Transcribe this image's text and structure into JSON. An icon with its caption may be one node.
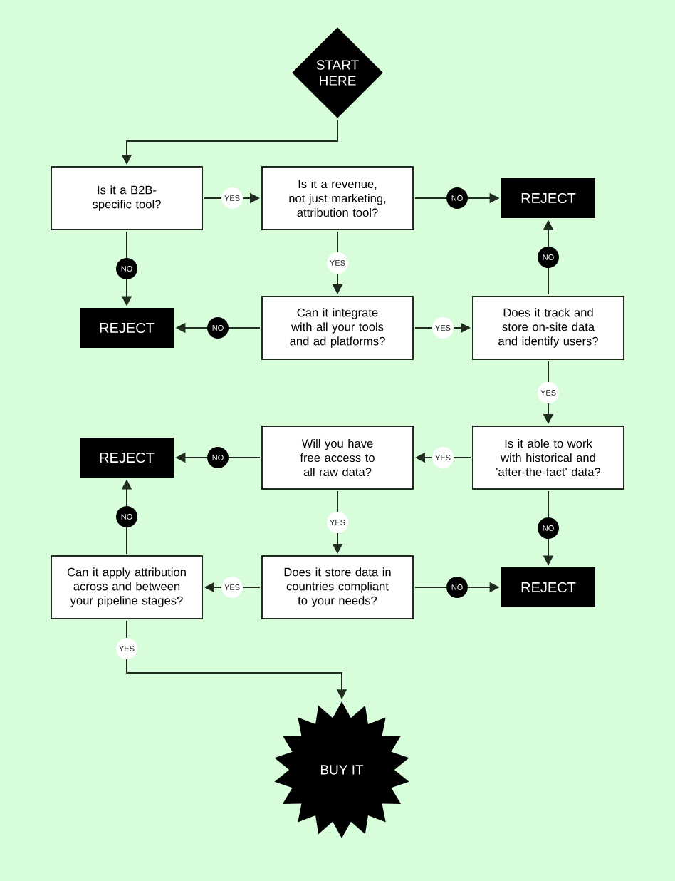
{
  "diagram": {
    "nodes": [
      {
        "text": [
          "START HERE"
        ]
      },
      {
        "text": [
          "Is it a B2B-specific tool?"
        ]
      },
      {
        "text": [
          "Is it a revenue, not just marketing, attribution tool?"
        ]
      },
      {
        "text": [
          "REJECT"
        ]
      },
      {
        "text": [
          "REJECT"
        ]
      },
      {
        "text": [
          "Can it integrate with all your tools and ad platforms?"
        ]
      },
      {
        "text": [
          "Does it track and store on-site data and identify users?"
        ]
      },
      {
        "text": [
          "REJECT"
        ]
      },
      {
        "text": [
          "Will you have free access to all raw data?"
        ]
      },
      {
        "text": [
          "Is it able to work with historical and 'after-the-fact' data?"
        ]
      },
      {
        "text": [
          "Can it apply attribution across and between your pipeline stages?"
        ]
      },
      {
        "text": [
          "Does it store data in countries compliant to your needs?"
        ]
      },
      {
        "text": [
          "REJECT"
        ]
      },
      {
        "text": [
          "BUY IT"
        ]
      }
    ],
    "edges": [
      {
        "from": 0,
        "to": 1,
        "arrow": "to"
      },
      {
        "from": 1,
        "to": 2,
        "arrow": "to",
        "label": "YES"
      },
      {
        "from": 2,
        "to": 3,
        "arrow": "to",
        "label": "NO"
      },
      {
        "from": 1,
        "to": 4,
        "arrow": "to",
        "label": "NO"
      },
      {
        "from": 2,
        "to": 5,
        "arrow": "to",
        "label": "YES"
      },
      {
        "from": 5,
        "to": 4,
        "arrow": "to",
        "label": "NO"
      },
      {
        "from": 5,
        "to": 6,
        "arrow": "to",
        "label": "YES"
      },
      {
        "from": 6,
        "to": 3,
        "arrow": "to",
        "label": "NO"
      },
      {
        "from": 6,
        "to": 9,
        "arrow": "to",
        "label": "YES"
      },
      {
        "from": 9,
        "to": 8,
        "arrow": "to",
        "label": "YES"
      },
      {
        "from": 8,
        "to": 7,
        "arrow": "to",
        "label": "NO"
      },
      {
        "from": 8,
        "to": 11,
        "arrow": "to",
        "label": "YES"
      },
      {
        "from": 9,
        "to": 12,
        "arrow": "to",
        "label": "NO"
      },
      {
        "from": 11,
        "to": 10,
        "arrow": "to",
        "label": "YES"
      },
      {
        "from": 11,
        "to": 12,
        "arrow": "to",
        "label": "NO"
      },
      {
        "from": 10,
        "to": 7,
        "arrow": "to",
        "label": "NO"
      },
      {
        "from": 10,
        "to": 13,
        "arrow": "to",
        "label": "YES"
      }
    ]
  }
}
